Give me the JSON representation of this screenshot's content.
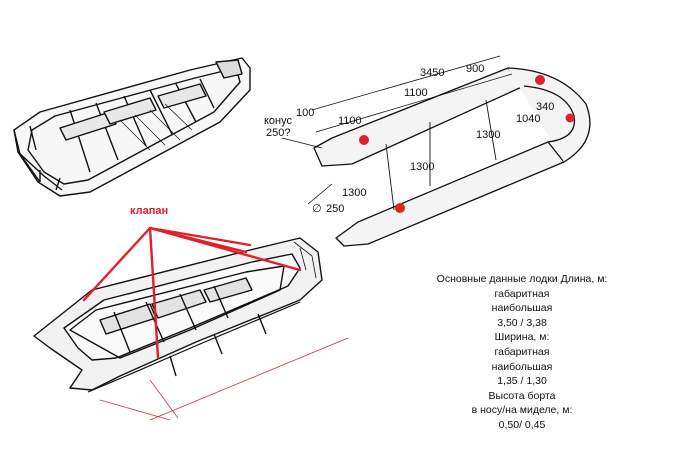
{
  "diagram": {
    "valve_label": "клапан",
    "dimensions": {
      "length_total": "3450",
      "bow_section": "900",
      "tube_top": "1100",
      "tube_side": "1100",
      "stern_gap": "100",
      "stern_cone_label": "конус",
      "stern_cone_value": "250?",
      "bow_width_1": "340",
      "bow_width_2": "1040",
      "inner_width_a": "1300",
      "inner_width_b": "1300",
      "inner_width_c": "1300",
      "tube_diameter": "250",
      "diameter_symbol": "∅"
    },
    "valve_color": "#e0202a"
  },
  "specs": {
    "lines": [
      "Основные данные лодки Длина, м:",
      "габаритная",
      "наибольшая",
      "3,50 / 3,38",
      "Ширина, м:",
      "габаритная",
      "наибольшая",
      "1,35 / 1,30",
      "Высота борта",
      "в носу/на миделе, м:",
      "0,50/ 0,45"
    ]
  }
}
